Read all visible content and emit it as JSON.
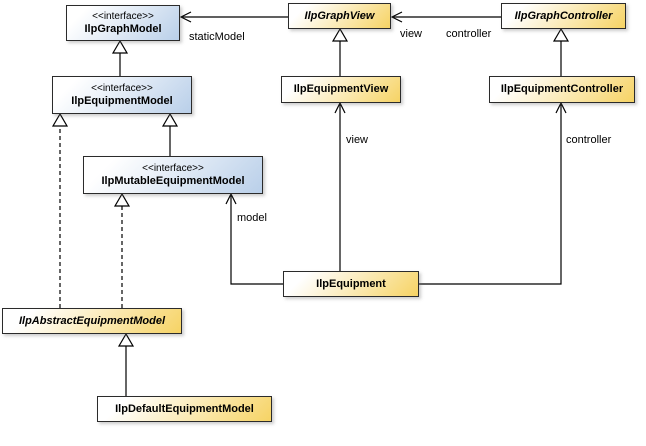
{
  "diagram": {
    "colors": {
      "background": "#ffffff",
      "interface_fill": "#b9cfe9",
      "class_fill": "#f6d364",
      "border": "#2b2b2b",
      "edge": "#000000"
    },
    "nodes": {
      "graphModel": {
        "stereotype": "<<interface>>",
        "name": "IlpGraphModel",
        "kind": "interface"
      },
      "graphView": {
        "name": "IlpGraphView",
        "kind": "abstract-class"
      },
      "graphController": {
        "name": "IlpGraphController",
        "kind": "abstract-class"
      },
      "equipmentModel": {
        "stereotype": "<<interface>>",
        "name": "IlpEquipmentModel",
        "kind": "interface"
      },
      "equipmentView": {
        "name": "IlpEquipmentView",
        "kind": "class"
      },
      "equipmentController": {
        "name": "IlpEquipmentController",
        "kind": "class"
      },
      "mutableEquipmentModel": {
        "stereotype": "<<interface>>",
        "name": "IlpMutableEquipmentModel",
        "kind": "interface"
      },
      "equipment": {
        "name": "IlpEquipment",
        "kind": "class"
      },
      "abstractEquipmentModel": {
        "name": "IlpAbstractEquipmentModel",
        "kind": "abstract-class"
      },
      "defaultEquipmentModel": {
        "name": "IlpDefaultEquipmentModel",
        "kind": "class"
      }
    },
    "edge_labels": {
      "staticModel": "staticModel",
      "graphView_role": "view",
      "graphController_role": "controller",
      "equipmentView_role": "view",
      "equipmentController_role": "controller",
      "model_role": "model"
    }
  }
}
